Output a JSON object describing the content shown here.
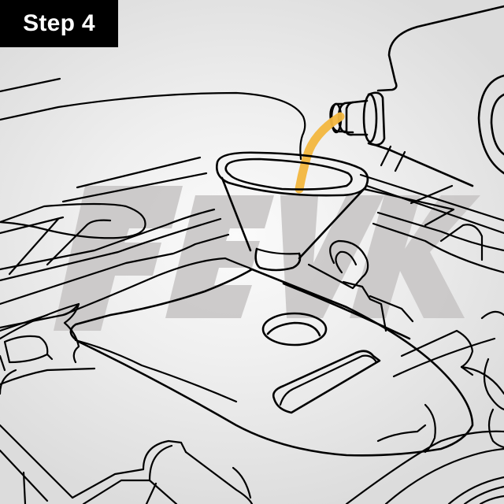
{
  "badge": {
    "label": "Step 4",
    "background": "#000000",
    "text_color": "#ffffff"
  },
  "illustration": {
    "subject": "pouring-oil-into-engine-via-funnel",
    "elements": [
      "oil-bottle",
      "oil-stream",
      "funnel",
      "engine-cover",
      "oil-filler-hole",
      "engine-hoses",
      "watermark"
    ],
    "stream_color": "#f2b63e",
    "line_color": "#000000",
    "background_color": "#ececec"
  },
  "watermark": {
    "text": "FEVK",
    "color": "#c9c7c7"
  }
}
